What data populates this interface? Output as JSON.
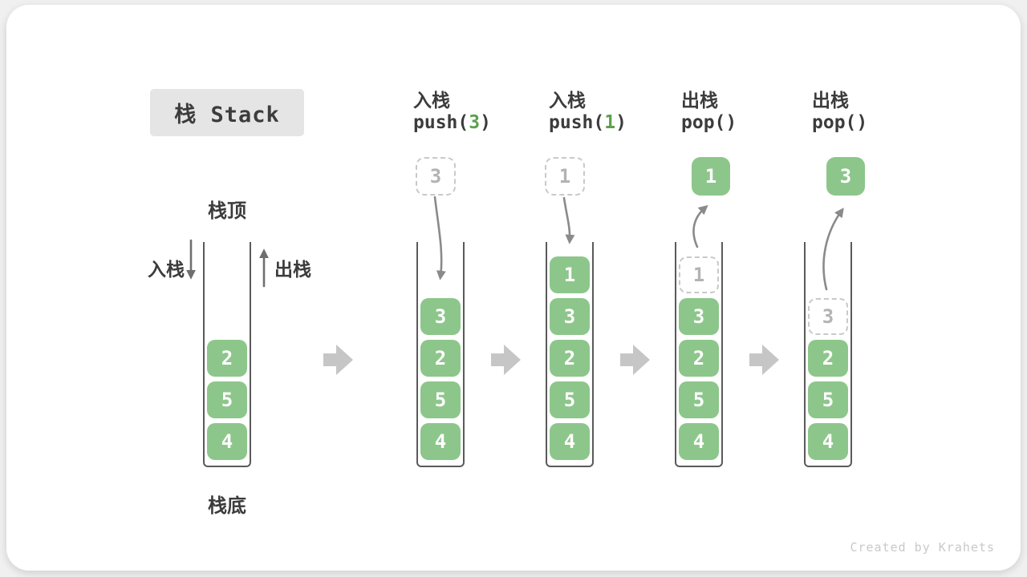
{
  "title": "栈 Stack",
  "legend": {
    "top_label": "栈顶",
    "bottom_label": "栈底",
    "push_label": "入栈",
    "pop_label": "出栈"
  },
  "initial_stack": {
    "boxes": [
      "2",
      "5",
      "4"
    ]
  },
  "steps": [
    {
      "op": "入栈",
      "code": {
        "prefix": "push(",
        "arg": "3",
        "suffix": ")"
      },
      "floating": {
        "value": "3",
        "kind": "ghost"
      },
      "boxes": [
        {
          "value": "3",
          "kind": "solid"
        },
        {
          "value": "2",
          "kind": "solid"
        },
        {
          "value": "5",
          "kind": "solid"
        },
        {
          "value": "4",
          "kind": "solid"
        }
      ]
    },
    {
      "op": "入栈",
      "code": {
        "prefix": "push(",
        "arg": "1",
        "suffix": ")"
      },
      "floating": {
        "value": "1",
        "kind": "ghost"
      },
      "boxes": [
        {
          "value": "1",
          "kind": "solid"
        },
        {
          "value": "3",
          "kind": "solid"
        },
        {
          "value": "2",
          "kind": "solid"
        },
        {
          "value": "5",
          "kind": "solid"
        },
        {
          "value": "4",
          "kind": "solid"
        }
      ]
    },
    {
      "op": "出栈",
      "code": {
        "prefix": "pop(",
        "arg": "",
        "suffix": ")"
      },
      "floating": {
        "value": "1",
        "kind": "solid"
      },
      "boxes": [
        {
          "value": "1",
          "kind": "ghost"
        },
        {
          "value": "3",
          "kind": "solid"
        },
        {
          "value": "2",
          "kind": "solid"
        },
        {
          "value": "5",
          "kind": "solid"
        },
        {
          "value": "4",
          "kind": "solid"
        }
      ]
    },
    {
      "op": "出栈",
      "code": {
        "prefix": "pop(",
        "arg": "",
        "suffix": ")"
      },
      "floating": {
        "value": "3",
        "kind": "solid"
      },
      "boxes": [
        {
          "value": "3",
          "kind": "ghost"
        },
        {
          "value": "2",
          "kind": "solid"
        },
        {
          "value": "5",
          "kind": "solid"
        },
        {
          "value": "4",
          "kind": "solid"
        }
      ]
    }
  ],
  "footer": "Created by Krahets",
  "colors": {
    "box_green": "#8dc68b",
    "arg_green": "#5ca04f",
    "ink": "#3c3c3c",
    "wall": "#5a5a5a",
    "ghost_border": "#c9c9c9",
    "ghost_text": "#b3b3b3",
    "arrow": "#8a8a8a",
    "arrow_dark": "#6f6f6f",
    "block_arrow": "#c6c6c6",
    "badge_bg": "#e5e5e5",
    "footer": "#c9c9c9",
    "card_bg": "#ffffff",
    "page_bg": "#f0f0f0"
  }
}
